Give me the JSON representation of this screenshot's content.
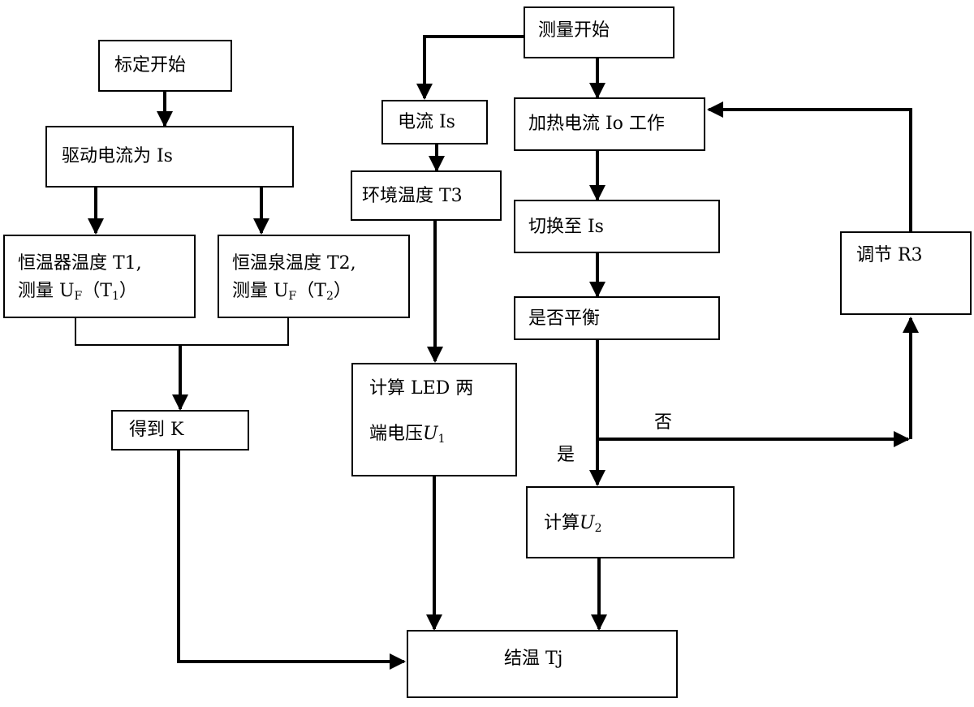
{
  "boxes": {
    "cal_start": "标定开始",
    "drive_current": "驱动电流为 Is",
    "thermostat_line1": "恒温器温度 T1,",
    "thermostat_line2_pre": "测量 U",
    "thermostat_line2_sub": "F",
    "thermostat_line2_mid": "（T",
    "thermostat_line2_sub2": "1",
    "thermostat_line2_post": "）",
    "bath_line1": "恒温泉温度 T2,",
    "bath_line2_pre": "测量 U",
    "bath_line2_sub": "F",
    "bath_line2_mid": "（T",
    "bath_line2_sub2": "2",
    "bath_line2_post": "）",
    "get_k": "得到 K",
    "meas_start": "测量开始",
    "current_is": "电流 Is",
    "ambient_temp": "环境温度 T3",
    "calc_led_line1": "计算 LED 两",
    "calc_led_line2_pre": "端电压",
    "calc_led_line2_var": "U",
    "calc_led_line2_sub": "1",
    "heating_current": "加热电流 Io 工作",
    "switch_is": "切换至 Is",
    "is_balanced": "是否平衡",
    "calc_u2_pre": "计算",
    "calc_u2_var": "U",
    "calc_u2_sub": "2",
    "adjust_r3": "调节 R3",
    "junction_temp": "结温 Tj"
  },
  "labels": {
    "no": "否",
    "yes": "是"
  }
}
